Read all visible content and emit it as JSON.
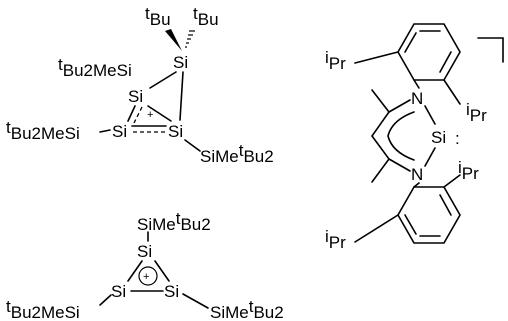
{
  "structure_a": {
    "atoms": {
      "si_top": "Si",
      "si_mid": "Si",
      "si_left": "Si",
      "si_right": "Si"
    },
    "substituents": {
      "tbu_left_sup": "t",
      "tbu_left": "Bu",
      "tbu_right_sup": "t",
      "tbu_right": "Bu",
      "upper_left": "Bu",
      "upper_left_sup": "t",
      "upper_left_tail": "2MeSi",
      "lower_left": "Bu",
      "lower_left_sup": "t",
      "lower_left_tail": "2MeSi",
      "right_head": "SiMe",
      "right_sup": "t",
      "right_tail": "Bu2"
    },
    "charge": "+"
  },
  "structure_b": {
    "atoms": {
      "si_top": "Si",
      "si_left": "Si",
      "si_right": "Si"
    },
    "substituents": {
      "top_head": "SiMe",
      "top_sup": "t",
      "top_tail": "Bu2",
      "left_sup": "t",
      "left_tail": "Bu2MeSi",
      "right_head": "SiMe",
      "right_sup": "t",
      "right_tail": "Bu2"
    },
    "charge": "+"
  },
  "structure_c": {
    "atoms": {
      "n_top": "N",
      "n_bottom": "N",
      "si": "Si",
      "lone_pair": ":"
    },
    "substituents": {
      "ipr_sup": "i",
      "ipr": "Pr"
    }
  }
}
